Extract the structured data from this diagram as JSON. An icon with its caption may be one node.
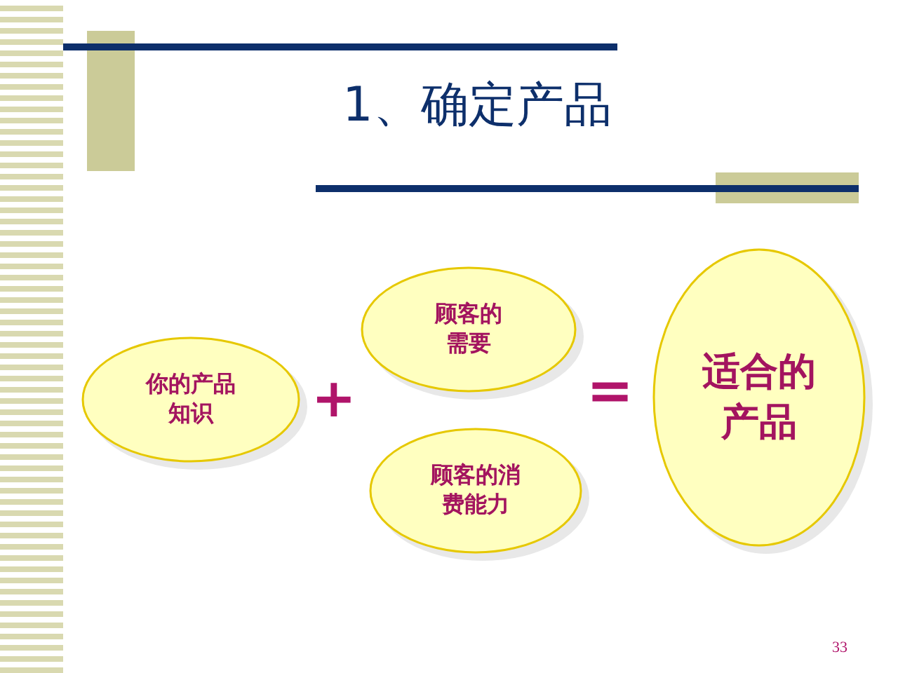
{
  "diagram": {
    "title": "1、确定产品",
    "nodes": [
      {
        "text": [
          "你的产品知识"
        ]
      },
      {
        "text": [
          "顾客的需要"
        ]
      },
      {
        "text": [
          "顾客的消费能力"
        ]
      },
      {
        "text": [
          "适合的产品"
        ]
      }
    ],
    "labels": [
      "+",
      "=",
      "33"
    ]
  }
}
